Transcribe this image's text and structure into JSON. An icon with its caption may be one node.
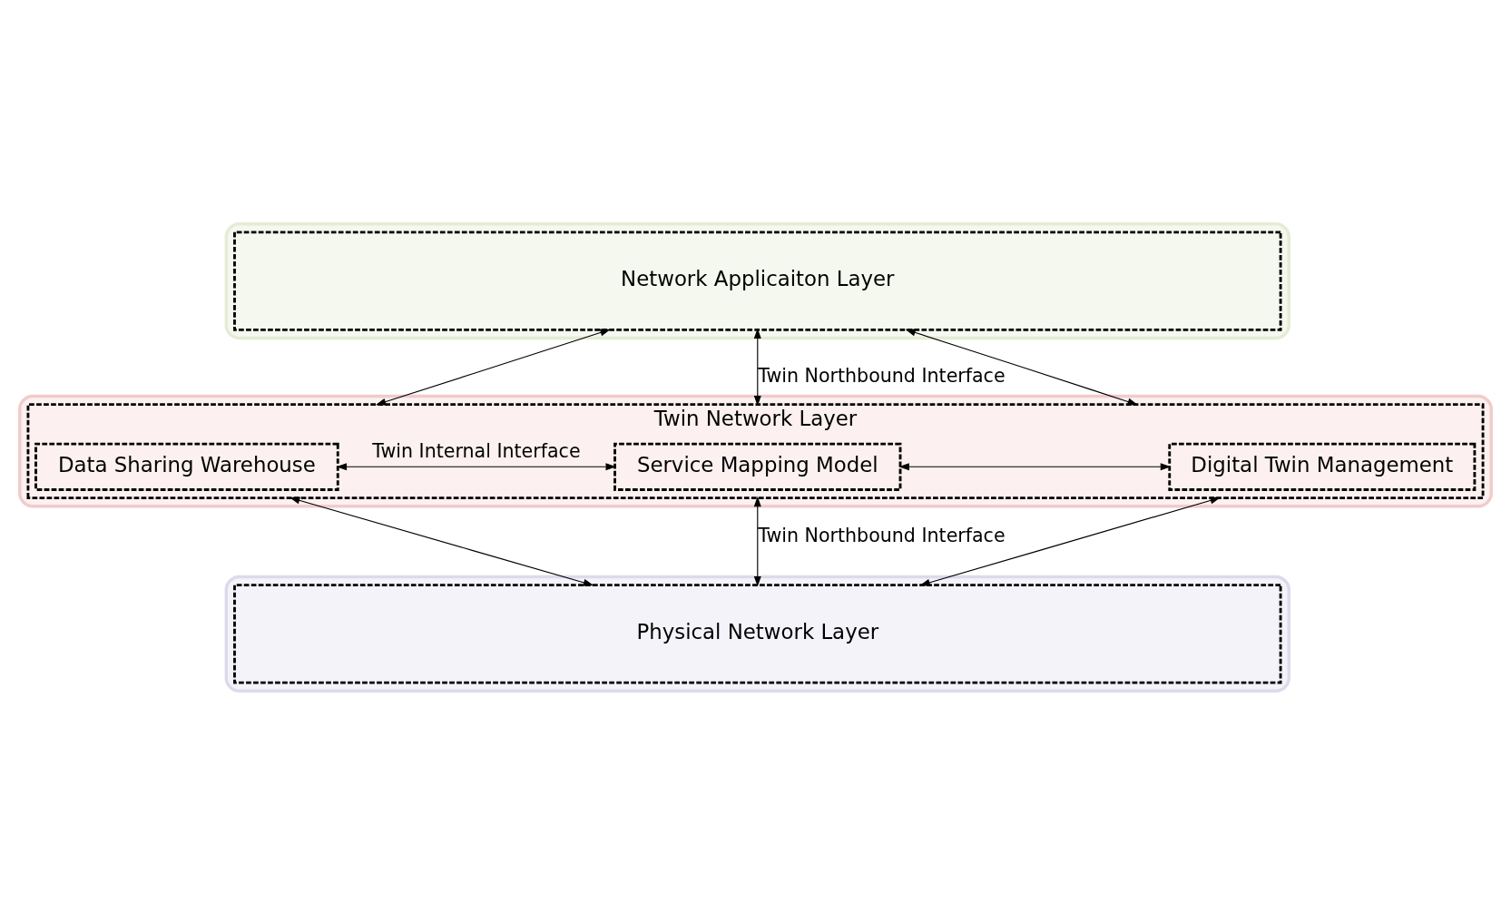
{
  "diagram": {
    "nodes": [
      {
        "text": [],
        "shape": "box"
      },
      {
        "text": [
          "Network Applicaiton Layer"
        ],
        "in": 0
      },
      {
        "text": [],
        "shape": "box"
      },
      {
        "text": [
          "Twin Network Layer"
        ],
        "in": 2
      },
      {
        "text": [
          "Data Sharing Warehouse"
        ],
        "in": 3
      },
      {
        "text": [
          "Service Mapping Model"
        ],
        "in": 3
      },
      {
        "text": [
          "Digital Twin Management"
        ],
        "in": 3
      },
      {
        "text": [],
        "shape": "box"
      },
      {
        "text": [
          "Physical Network Layer"
        ],
        "in": 7
      }
    ],
    "edges": [
      {
        "from": 1,
        "to": 3,
        "arrow": "both"
      },
      {
        "from": 1,
        "to": 3,
        "arrow": "both",
        "label": "Twin Northbound Interface"
      },
      {
        "from": 1,
        "to": 3,
        "arrow": "both"
      },
      {
        "from": 4,
        "to": 5,
        "arrow": "both",
        "label": "Twin Internal Interface"
      },
      {
        "from": 5,
        "to": 6,
        "arrow": "both"
      },
      {
        "from": 3,
        "to": 8,
        "arrow": "both"
      },
      {
        "from": 3,
        "to": 8,
        "arrow": "both",
        "label": "Twin Northbound Interface"
      },
      {
        "from": 3,
        "to": 8,
        "arrow": "both"
      }
    ]
  }
}
